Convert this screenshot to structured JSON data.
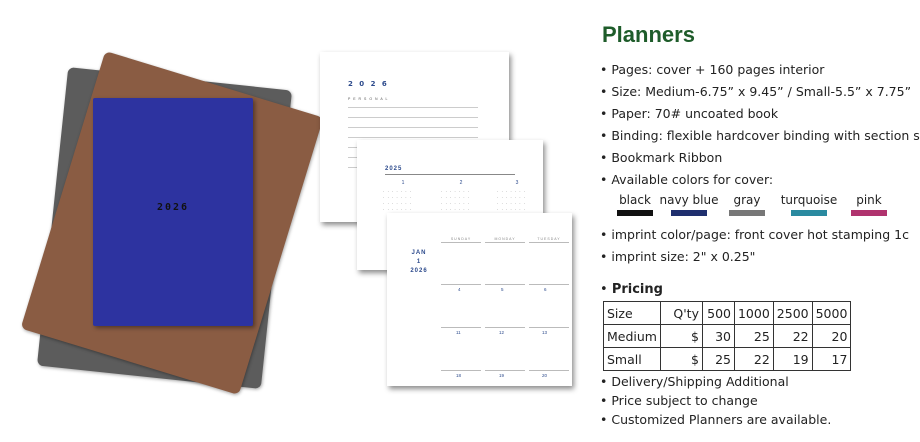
{
  "cover": {
    "year": "2026"
  },
  "sheets": {
    "page1": {
      "year": "2 0 2 6",
      "label": "P E R S O N A L"
    },
    "page2": {
      "year": "2025",
      "months": [
        "1",
        "2",
        "3"
      ]
    },
    "page3": {
      "date": [
        "JAN",
        "1",
        "2026"
      ],
      "headers": [
        "SUNDAY",
        "MONDAY",
        "TUESDAY"
      ],
      "row1": [
        "4",
        "5",
        "6"
      ],
      "row2": [
        "11",
        "12",
        "13"
      ],
      "row3": [
        "18",
        "19",
        "20"
      ]
    }
  },
  "title": "Planners",
  "features": [
    "Pages: cover + 160 pages interior",
    "Size: Medium-6.75” x 9.45” / Small-5.5” x 7.75”",
    "Paper: 70# uncoated book",
    "Binding: flexible hardcover binding with section sewn",
    "Bookmark Ribbon",
    "Available colors for cover:"
  ],
  "colors": [
    {
      "name": "black",
      "hex": "#111111"
    },
    {
      "name": "navy blue",
      "hex": "#1f2f6e"
    },
    {
      "name": "gray",
      "hex": "#777777"
    },
    {
      "name": "turquoise",
      "hex": "#2a8aa0"
    },
    {
      "name": "pink",
      "hex": "#b0336e"
    }
  ],
  "imprint": [
    "imprint color/page: front cover hot stamping 1c",
    "imprint size: 2\" x 0.25\""
  ],
  "pricing": {
    "heading": "Pricing",
    "columns": [
      "Size",
      "Q'ty",
      "500",
      "1000",
      "2500",
      "5000"
    ],
    "rows": [
      {
        "size": "Medium",
        "currency": "$",
        "prices": [
          "30",
          "25",
          "22",
          "20"
        ]
      },
      {
        "size": "Small",
        "currency": "$",
        "prices": [
          "25",
          "22",
          "19",
          "17"
        ]
      }
    ]
  },
  "notes": [
    "Delivery/Shipping Additional",
    "Price subject to change",
    "Customized Planners are available."
  ]
}
